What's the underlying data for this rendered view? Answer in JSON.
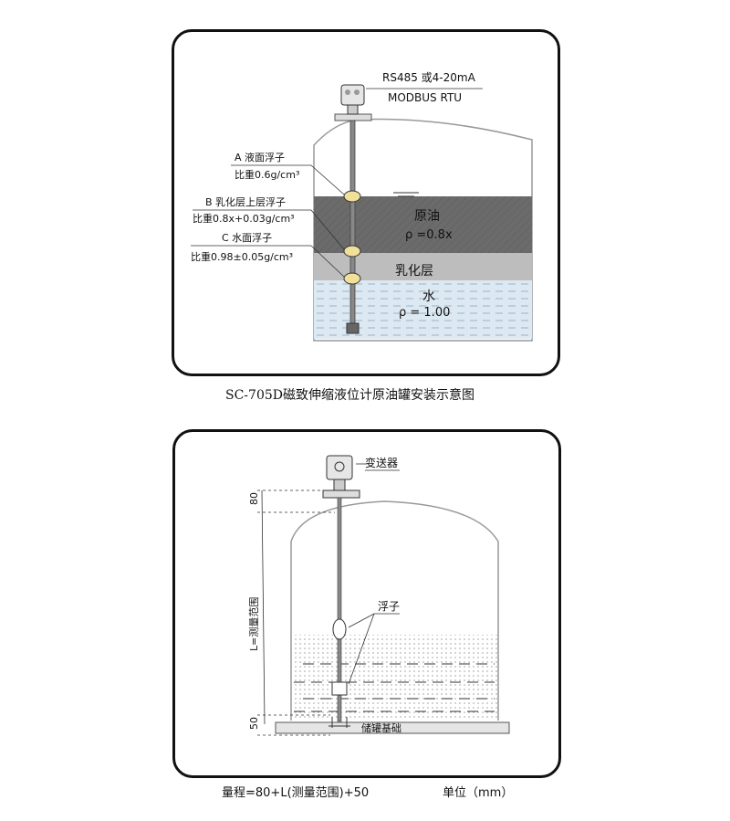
{
  "top_diagram": {
    "signal_line1": "RS485 或4-20mA",
    "signal_line2": "MODBUS RTU",
    "float_a_name": "A 液面浮子",
    "float_a_density": "比重0.6g/cm³",
    "float_b_name": "B 乳化层上层浮子",
    "float_b_density": "比重0.8x+0.03g/cm³",
    "float_c_name": "C 水面浮子",
    "float_c_density": "比重0.98±0.05g/cm³",
    "oil_label": "原油",
    "oil_density": "ρ =0.8x",
    "emulsion_label": "乳化层",
    "water_label": "水",
    "water_density": "ρ = 1.00",
    "caption": "SC-705D磁致伸缩液位计原油罐安装示意图"
  },
  "bottom_diagram": {
    "transmitter_label": "变送器",
    "float_label": "浮子",
    "dim_top": "80",
    "dim_range": "L=测量范围",
    "dim_bottom": "50",
    "base_label": "储罐基础",
    "range_formula": "量程=80+L(测量范围)+50",
    "unit_label": "单位（mm）"
  },
  "colors": {
    "oil": "#6b6b6b",
    "emulsion": "#bdbdbd",
    "water": "#dde9f2",
    "float": "#f0e09a"
  }
}
